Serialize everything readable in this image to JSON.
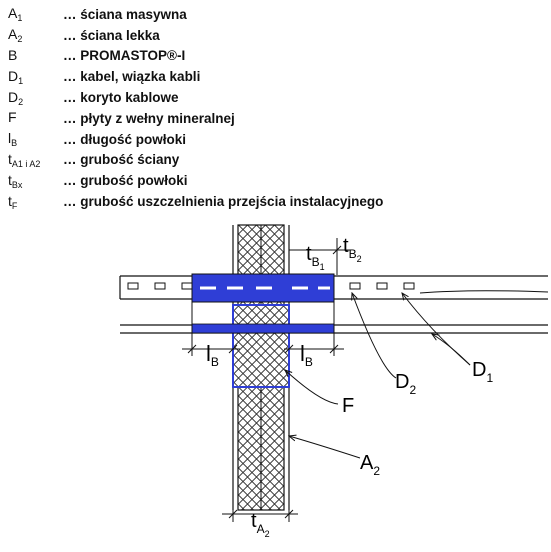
{
  "legend": [
    {
      "base": "A",
      "sub": "1",
      "text": "… ściana masywna"
    },
    {
      "base": "A",
      "sub": "2",
      "text": "… ściana lekka"
    },
    {
      "base": "B",
      "sub": "",
      "text": "… PROMASTOP®-I"
    },
    {
      "base": "D",
      "sub": "1",
      "text": "… kabel, wiązka kabli"
    },
    {
      "base": "D",
      "sub": "2",
      "text": "… koryto kablowe"
    },
    {
      "base": "F",
      "sub": "",
      "text": "… płyty z wełny mineralnej"
    },
    {
      "base": "l",
      "sub": "B",
      "text": "… długość powłoki"
    },
    {
      "base": "t",
      "sub": "A1 i A2",
      "text": "… grubość ściany"
    },
    {
      "base": "t",
      "sub": "Bx",
      "text": "… grubość powłoki"
    },
    {
      "base": "t",
      "sub": "F",
      "text": "… grubość uszczelnienia przejścia instalacyjnego"
    }
  ],
  "labels": {
    "tB1": {
      "base": "t",
      "sub": "B",
      "subsub": "1"
    },
    "tB2": {
      "base": "t",
      "sub": "B",
      "subsub": "2"
    },
    "lB_left": {
      "base": "l",
      "sub": "B"
    },
    "lB_right": {
      "base": "l",
      "sub": "B"
    },
    "D2": {
      "base": "D",
      "sub": "2"
    },
    "D1": {
      "base": "D",
      "sub": "1"
    },
    "F": {
      "base": "F",
      "sub": ""
    },
    "A2": {
      "base": "A",
      "sub": "2"
    },
    "tA2": {
      "base": "t",
      "sub": "A",
      "subsub": "2"
    }
  },
  "colors": {
    "coating": "#2f3ed6",
    "line": "#111111",
    "insulation": "#ffffff"
  }
}
